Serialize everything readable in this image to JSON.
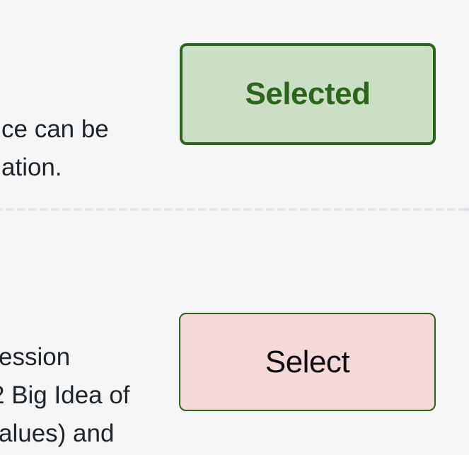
{
  "page": {
    "background_color": "#f5f6f7",
    "text_color": "#1f2429"
  },
  "rows": [
    {
      "text_lines": [
        "ce can be",
        "ation."
      ],
      "button": {
        "label": "Selected",
        "state": "selected",
        "background_color": "#cbdfc5",
        "border_color": "#2d651d",
        "text_color": "#2d651d"
      }
    },
    {
      "text_lines": [
        "ession",
        "2 Big Idea of",
        "alues) and"
      ],
      "button": {
        "label": "Select",
        "state": "unselected",
        "background_color": "#f5d8d8",
        "border_color": "#2d651d",
        "text_color": "#0d0d0d"
      }
    }
  ],
  "divider": {
    "style": "dashed",
    "color": "#e0e3e7"
  }
}
